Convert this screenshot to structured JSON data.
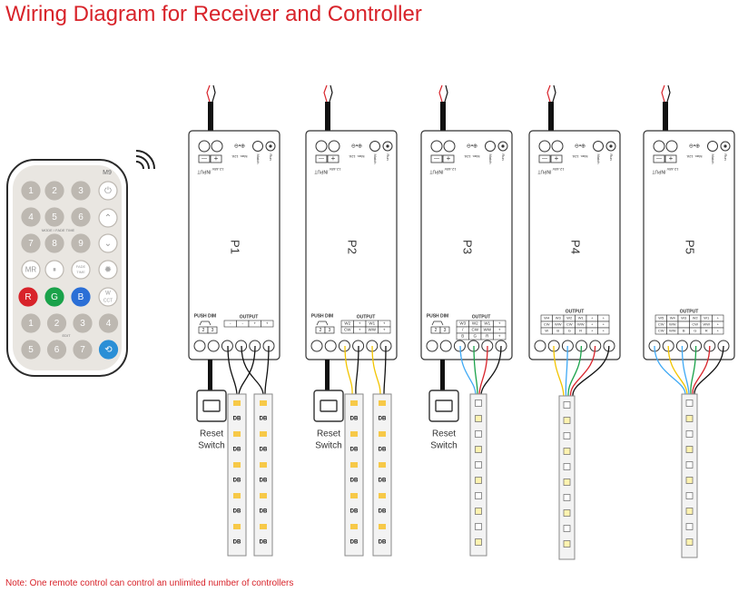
{
  "title": "Wiring Diagram for Receiver and Controller",
  "note": "Note: One remote control can control an unlimited number of controllers",
  "remote": {
    "model": "M9",
    "zone_label": "MODE / FADE TIME",
    "edit_label": "EDIT",
    "buttons": {
      "r1": [
        "1",
        "2",
        "3"
      ],
      "r2": [
        "4",
        "5",
        "6"
      ],
      "r3": [
        "7",
        "8",
        "9"
      ],
      "mr": "MR",
      "fade": "FADE TIME",
      "r": "R",
      "g": "G",
      "b": "B",
      "wcct": "W CCT",
      "z1": [
        "1",
        "2",
        "3",
        "4"
      ],
      "z2": [
        "5",
        "6",
        "7"
      ]
    }
  },
  "controllers": [
    {
      "label": "P1",
      "headers": [
        "-",
        "-",
        "+",
        "+"
      ],
      "row2": [],
      "row3": [],
      "reset": true
    },
    {
      "label": "P2",
      "headers": [
        "W2",
        "+",
        "W1",
        "+"
      ],
      "row2": [
        "CW",
        "+",
        "WW",
        "+"
      ],
      "row3": [],
      "reset": true
    },
    {
      "label": "P3",
      "headers": [
        "W3",
        "W2",
        "W1",
        "+"
      ],
      "row2": [
        "/",
        "CW",
        "WW",
        "+"
      ],
      "row3": [
        "B",
        "G",
        "R",
        "+"
      ],
      "reset": true
    },
    {
      "label": "P4",
      "headers": [
        "W4",
        "W3",
        "W2",
        "W1",
        "+",
        "+"
      ],
      "row2": [
        "CW",
        "WW",
        "CW",
        "WW",
        "+",
        "+"
      ],
      "row3": [
        "W",
        "B",
        "G",
        "R",
        "+",
        "+"
      ],
      "reset": false
    },
    {
      "label": "P5",
      "headers": [
        "W5",
        "W4",
        "W3",
        "W2",
        "W1",
        "+"
      ],
      "row2": [
        "CW",
        "WW",
        "",
        "CW",
        "WW",
        "+"
      ],
      "row3": [
        "CW",
        "WW",
        "B",
        "G",
        "R",
        "+"
      ],
      "reset": false
    }
  ],
  "controller_text": {
    "input": "INPUT",
    "voltage": "12-48V",
    "current": "Max. 12A",
    "match": "Match",
    "run": "Run",
    "push_dim": "PUSH DIM",
    "output": "OUTPUT",
    "push_terms": [
      "2",
      "3"
    ]
  },
  "reset_switch": "Reset Switch",
  "colors": {
    "accent": "#d8232a",
    "wire_red": "#d8232a",
    "wire_green": "#1aa24a",
    "wire_blue": "#2b6fd6",
    "wire_yellow": "#f2c400",
    "led_warm": "#f7c948",
    "led_cool": "#fff3b0"
  }
}
